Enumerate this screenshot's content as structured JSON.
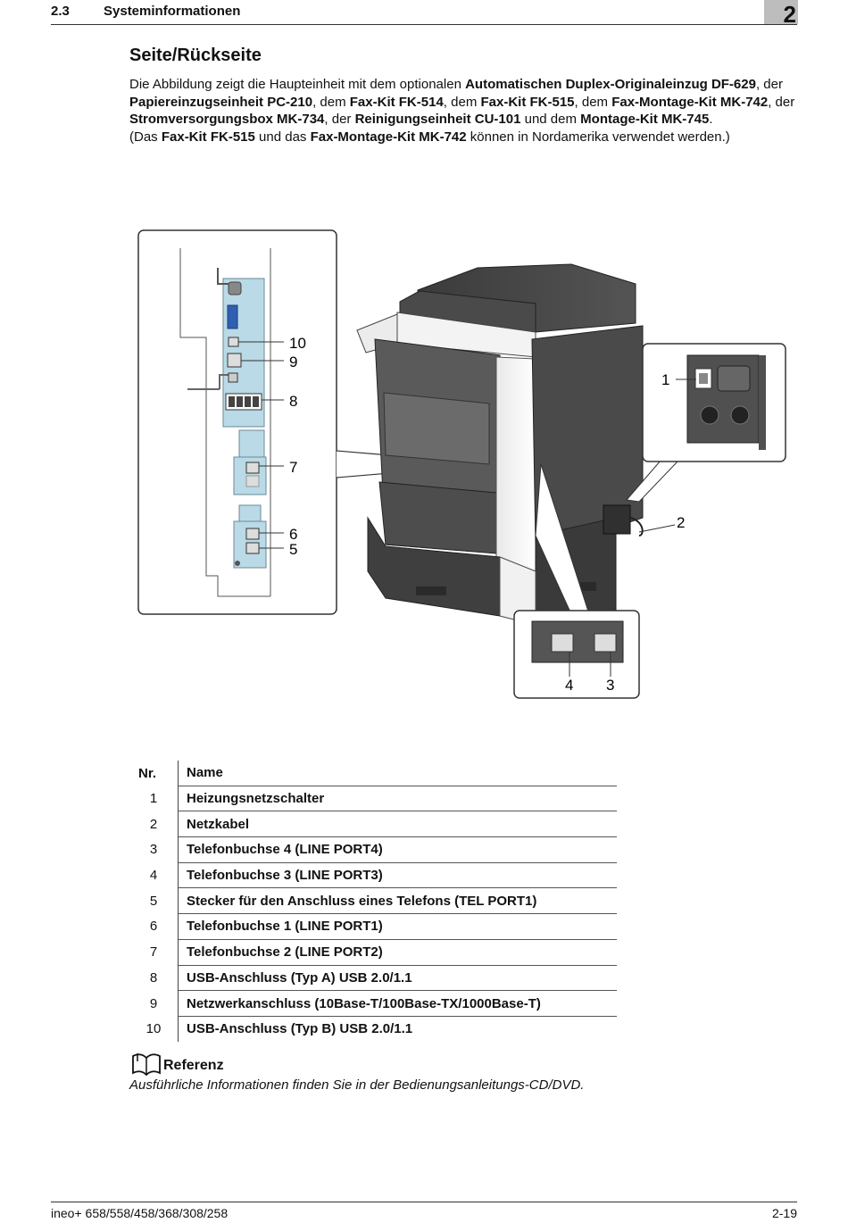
{
  "header": {
    "section_number": "2.3",
    "section_title": "Systeminformationen",
    "chapter": "2"
  },
  "heading": "Seite/Rückseite",
  "intro": {
    "t1": "Die Abbildung zeigt die Haupteinheit mit dem optionalen ",
    "b1": "Automatischen Duplex-Originaleinzug DF-629",
    "t2": ", der ",
    "b2": "Papiereinzugseinheit PC-210",
    "t3": ", dem ",
    "b3": "Fax-Kit FK-514",
    "t4": ", dem ",
    "b4": "Fax-Kit FK-515",
    "t5": ", dem ",
    "b5": "Fax-Montage-Kit MK-742",
    "t6": ", der ",
    "b6": "Stromversorgungsbox MK-734",
    "t7": ", der ",
    "b7": "Reinigungseinheit CU-101",
    "t8": " und dem ",
    "b8": "Montage-Kit MK-745",
    "t9": ".",
    "n1": "(Das ",
    "nb1": "Fax-Kit FK-515",
    "n2": " und das ",
    "nb2": "Fax-Montage-Kit MK-742",
    "n3": " können in Nordamerika verwendet werden.)"
  },
  "callouts": {
    "c1": "1",
    "c2": "2",
    "c3": "3",
    "c4": "4",
    "c5": "5",
    "c6": "6",
    "c7": "7",
    "c8": "8",
    "c9": "9",
    "c10": "10"
  },
  "table": {
    "col_nr": "Nr.",
    "col_name": "Name",
    "rows": [
      {
        "nr": "1",
        "name": "Heizungsnetzschalter"
      },
      {
        "nr": "2",
        "name": "Netzkabel"
      },
      {
        "nr": "3",
        "name": "Telefonbuchse 4 (LINE PORT4)"
      },
      {
        "nr": "4",
        "name": "Telefonbuchse 3 (LINE PORT3)"
      },
      {
        "nr": "5",
        "name": "Stecker für den Anschluss eines Telefons (TEL PORT1)"
      },
      {
        "nr": "6",
        "name": "Telefonbuchse 1 (LINE PORT1)"
      },
      {
        "nr": "7",
        "name": "Telefonbuchse 2 (LINE PORT2)"
      },
      {
        "nr": "8",
        "name": "USB-Anschluss (Typ A) USB 2.0/1.1"
      },
      {
        "nr": "9",
        "name": "Netzwerkanschluss (10Base-T/100Base-TX/1000Base-T)"
      },
      {
        "nr": "10",
        "name": "USB-Anschluss (Typ B) USB 2.0/1.1"
      }
    ]
  },
  "reference": {
    "icon": "book-icon",
    "title": "Referenz",
    "text": "Ausführliche Informationen finden Sie in der Bedienungsanleitungs-CD/DVD."
  },
  "footer": {
    "model": "ineo+ 658/558/458/368/308/258",
    "page": "2-19"
  }
}
